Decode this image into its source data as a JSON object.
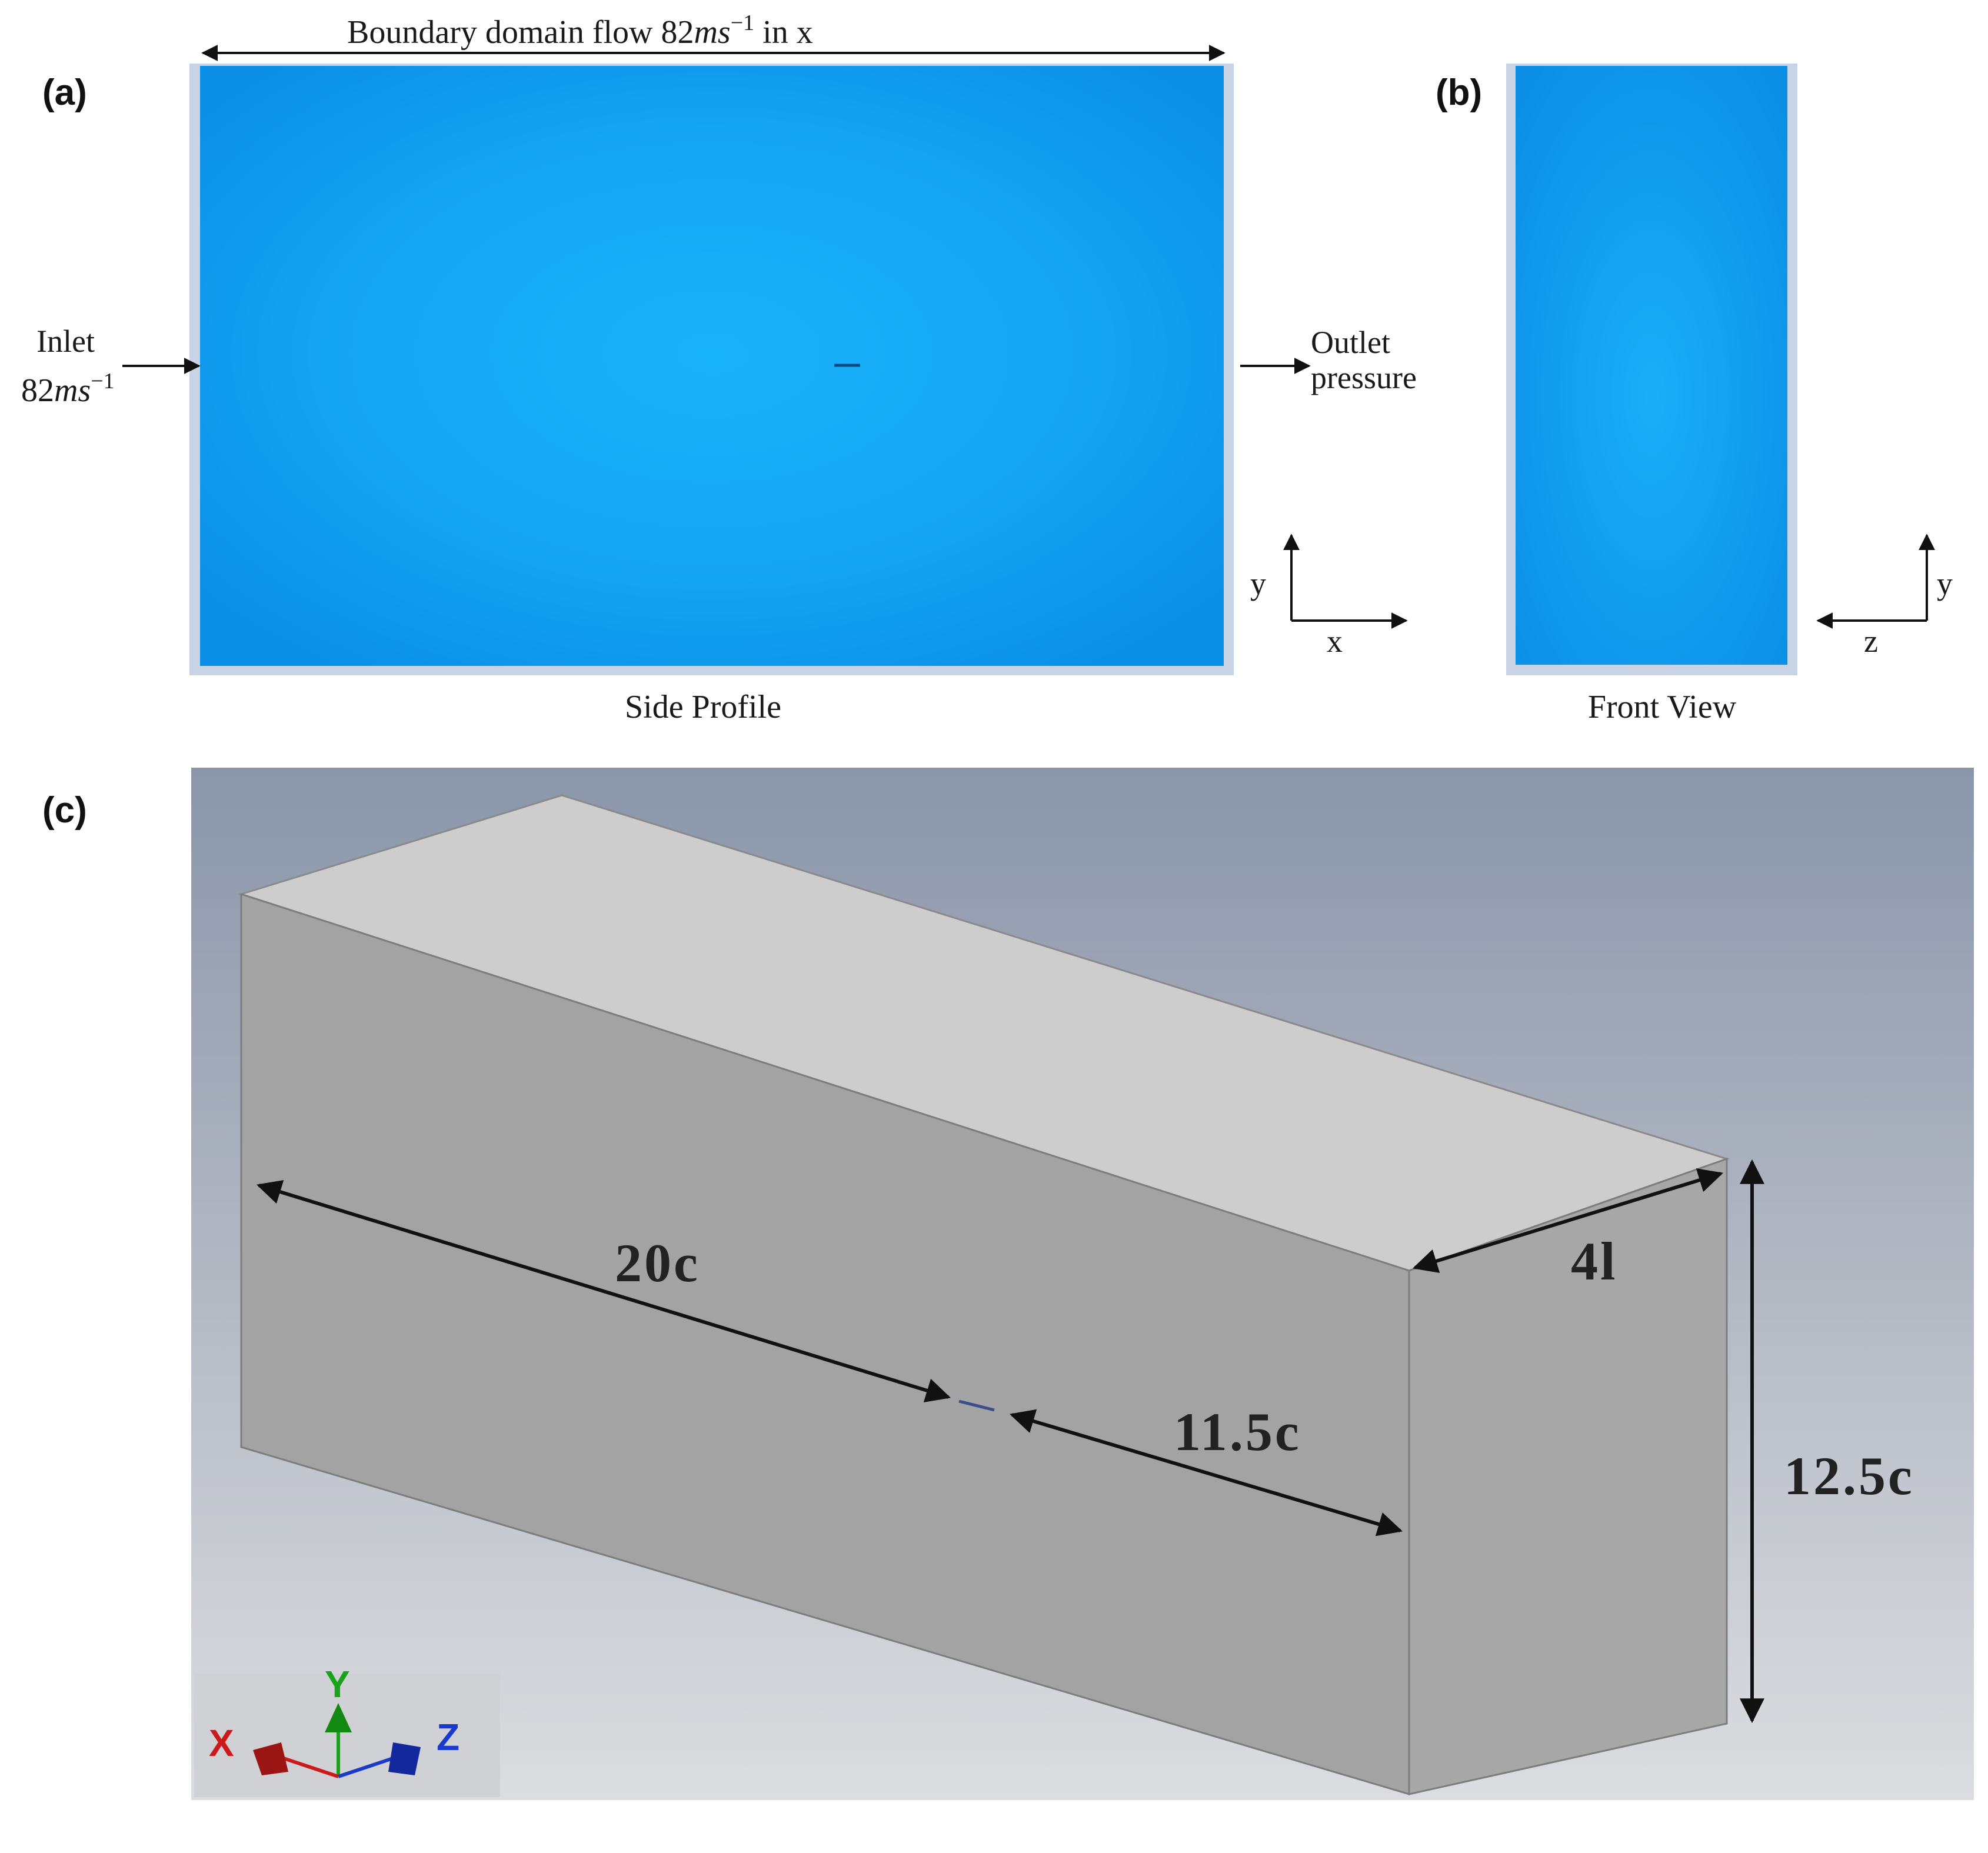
{
  "panels": {
    "a": {
      "letter": "(a)",
      "top_label": "Boundary domain flow 82",
      "top_label_unit": "ms",
      "top_label_exp": "−1",
      "top_label_tail": " in x",
      "inlet_label": "Inlet",
      "inlet_value": "82",
      "inlet_unit": "ms",
      "inlet_exp": "−1",
      "outlet_label_1": "Outlet",
      "outlet_label_2": "pressure",
      "axis_vertical": "y",
      "axis_horizontal": "x",
      "caption": "Side Profile"
    },
    "b": {
      "letter": "(b)",
      "axis_vertical": "y",
      "axis_horizontal": "z",
      "caption": "Front View"
    },
    "c": {
      "letter": "(c)",
      "dim_length_1": "20c",
      "dim_length_2": "11.5c",
      "dim_width": "4l",
      "dim_height": "12.5c",
      "triad_x": "X",
      "triad_y": "Y",
      "triad_z": "Z"
    }
  },
  "colors": {
    "domain_blue": "#1aa3f0",
    "box_front": "#a2a2a2",
    "box_top": "#cfcfcf",
    "box_side": "#a6a6a6",
    "triad_x": "#cc1a1a",
    "triad_y": "#1aa31a",
    "triad_z": "#1a3acc"
  }
}
